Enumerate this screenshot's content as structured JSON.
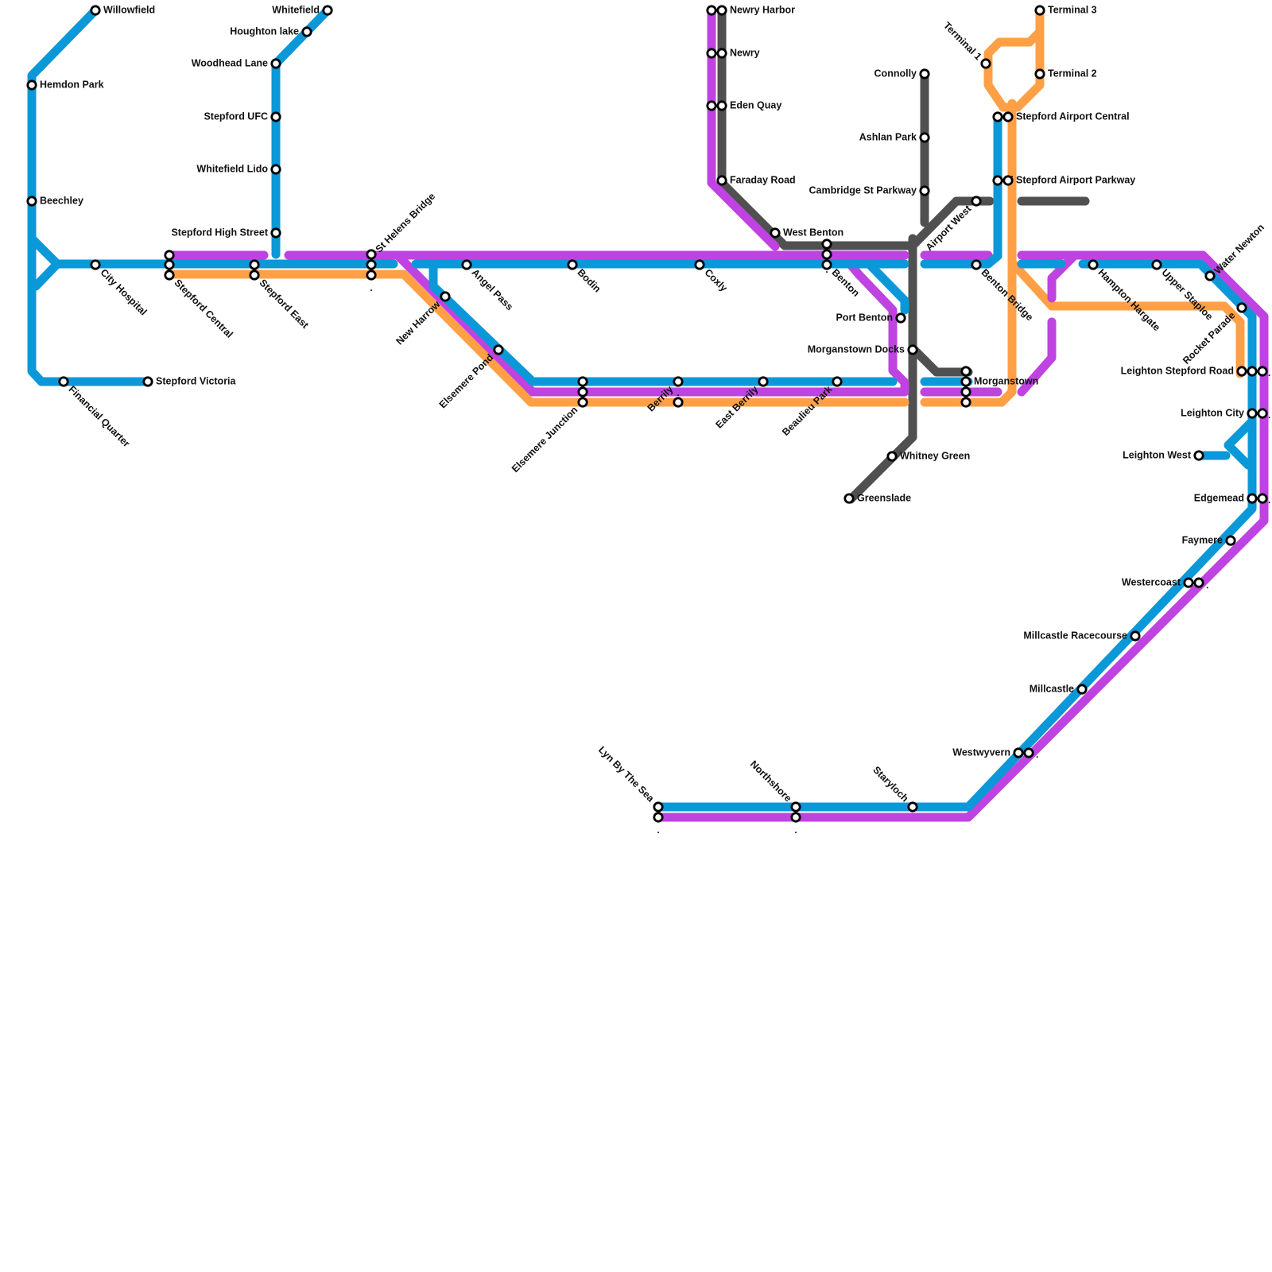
{
  "map": {
    "lines": [
      {
        "id": "blue",
        "color": "#0b98d8"
      },
      {
        "id": "purple",
        "color": "#bf43e0"
      },
      {
        "id": "orange",
        "color": "#ffa046"
      },
      {
        "id": "grey",
        "color": "#505050"
      }
    ],
    "stations": [
      "Willowfield",
      "Hemdon Park",
      "Beechley",
      "City Hospital",
      "Financial Quarter",
      "Stepford Victoria",
      "Stepford Central",
      "Stepford East",
      "Whitefield",
      "Houghton lake",
      "Woodhead Lane",
      "Stepford UFC",
      "Whitefield Lido",
      "Stepford High Street",
      "St Helens Bridge",
      "Angel Pass",
      "New Harrow",
      "Elsemere Pond",
      "Elsemere Junction",
      "Bodin",
      "Berrily",
      "Coxly",
      "East Berrily",
      "Beaulieu Park",
      "Benton",
      "West Benton",
      "Faraday Road",
      "Eden Quay",
      "Newry",
      "Newry Harbor",
      "Port Benton",
      "Morganstown Docks",
      "Morganstown",
      "Whitney Green",
      "Greenslade",
      "Connolly",
      "Ashlan Park",
      "Cambridge St Parkway",
      "Airport West",
      "Benton Bridge",
      "Terminal 1",
      "Terminal 2",
      "Terminal 3",
      "Stepford Airport Central",
      "Stepford Airport Parkway",
      "Hampton Hargate",
      "Upper Staploe",
      "Water Newton",
      "Rocket Parade",
      "Leighton Stepford Road",
      "Leighton City",
      "Leighton West",
      "Edgemead",
      "Faymere",
      "Westercoast",
      "Millcastle Racecourse",
      "Millcastle",
      "Westwyvern",
      "Staryloch",
      "Northshore",
      "Lyn By The Sea"
    ],
    "spacer_mark": "."
  }
}
